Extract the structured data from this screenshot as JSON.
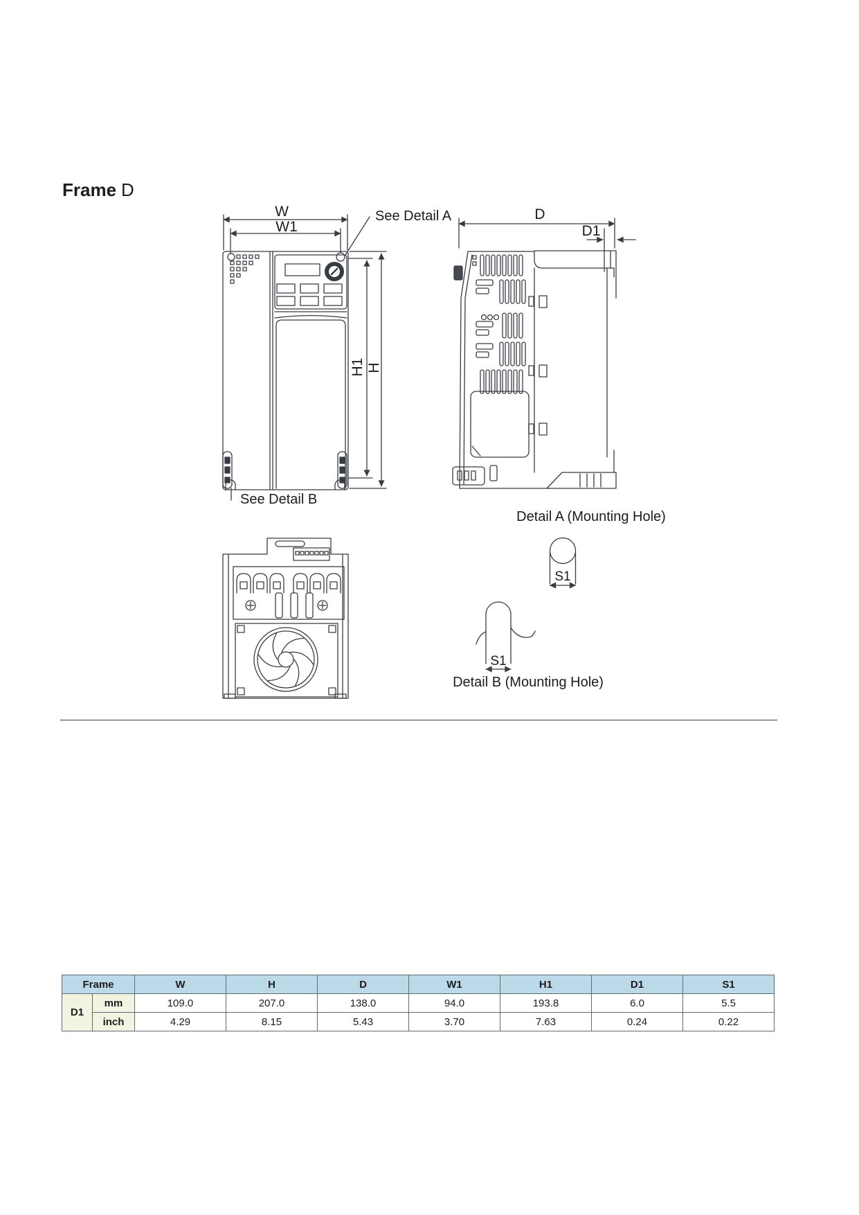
{
  "page": {
    "title_bold": "Frame",
    "title_regular": "D"
  },
  "diagram": {
    "labels": {
      "w": "W",
      "w1": "W1",
      "h1": "H1",
      "h": "H",
      "d": "D",
      "d1": "D1",
      "s1_detail_a": "S1",
      "s1_detail_b": "S1",
      "see_detail_a": "See Detail A",
      "see_detail_b": "See Detail B",
      "detail_a_caption": "Detail A (Mounting Hole)",
      "detail_b_caption": "Detail B (Mounting Hole)"
    }
  },
  "table": {
    "headers": [
      "Frame",
      "W",
      "H",
      "D",
      "W1",
      "H1",
      "D1",
      "S1"
    ],
    "row_label": "D1",
    "rows": [
      {
        "unit": "mm",
        "values": [
          "109.0",
          "207.0",
          "138.0",
          "94.0",
          "193.8",
          "6.0",
          "5.5"
        ]
      },
      {
        "unit": "inch",
        "values": [
          "4.29",
          "8.15",
          "5.43",
          "3.70",
          "7.63",
          "0.24",
          "0.22"
        ]
      }
    ],
    "colors": {
      "header_bg": "#bcd9ea",
      "label_bg": "#f0f4e0",
      "border": "#5f6b70"
    }
  }
}
